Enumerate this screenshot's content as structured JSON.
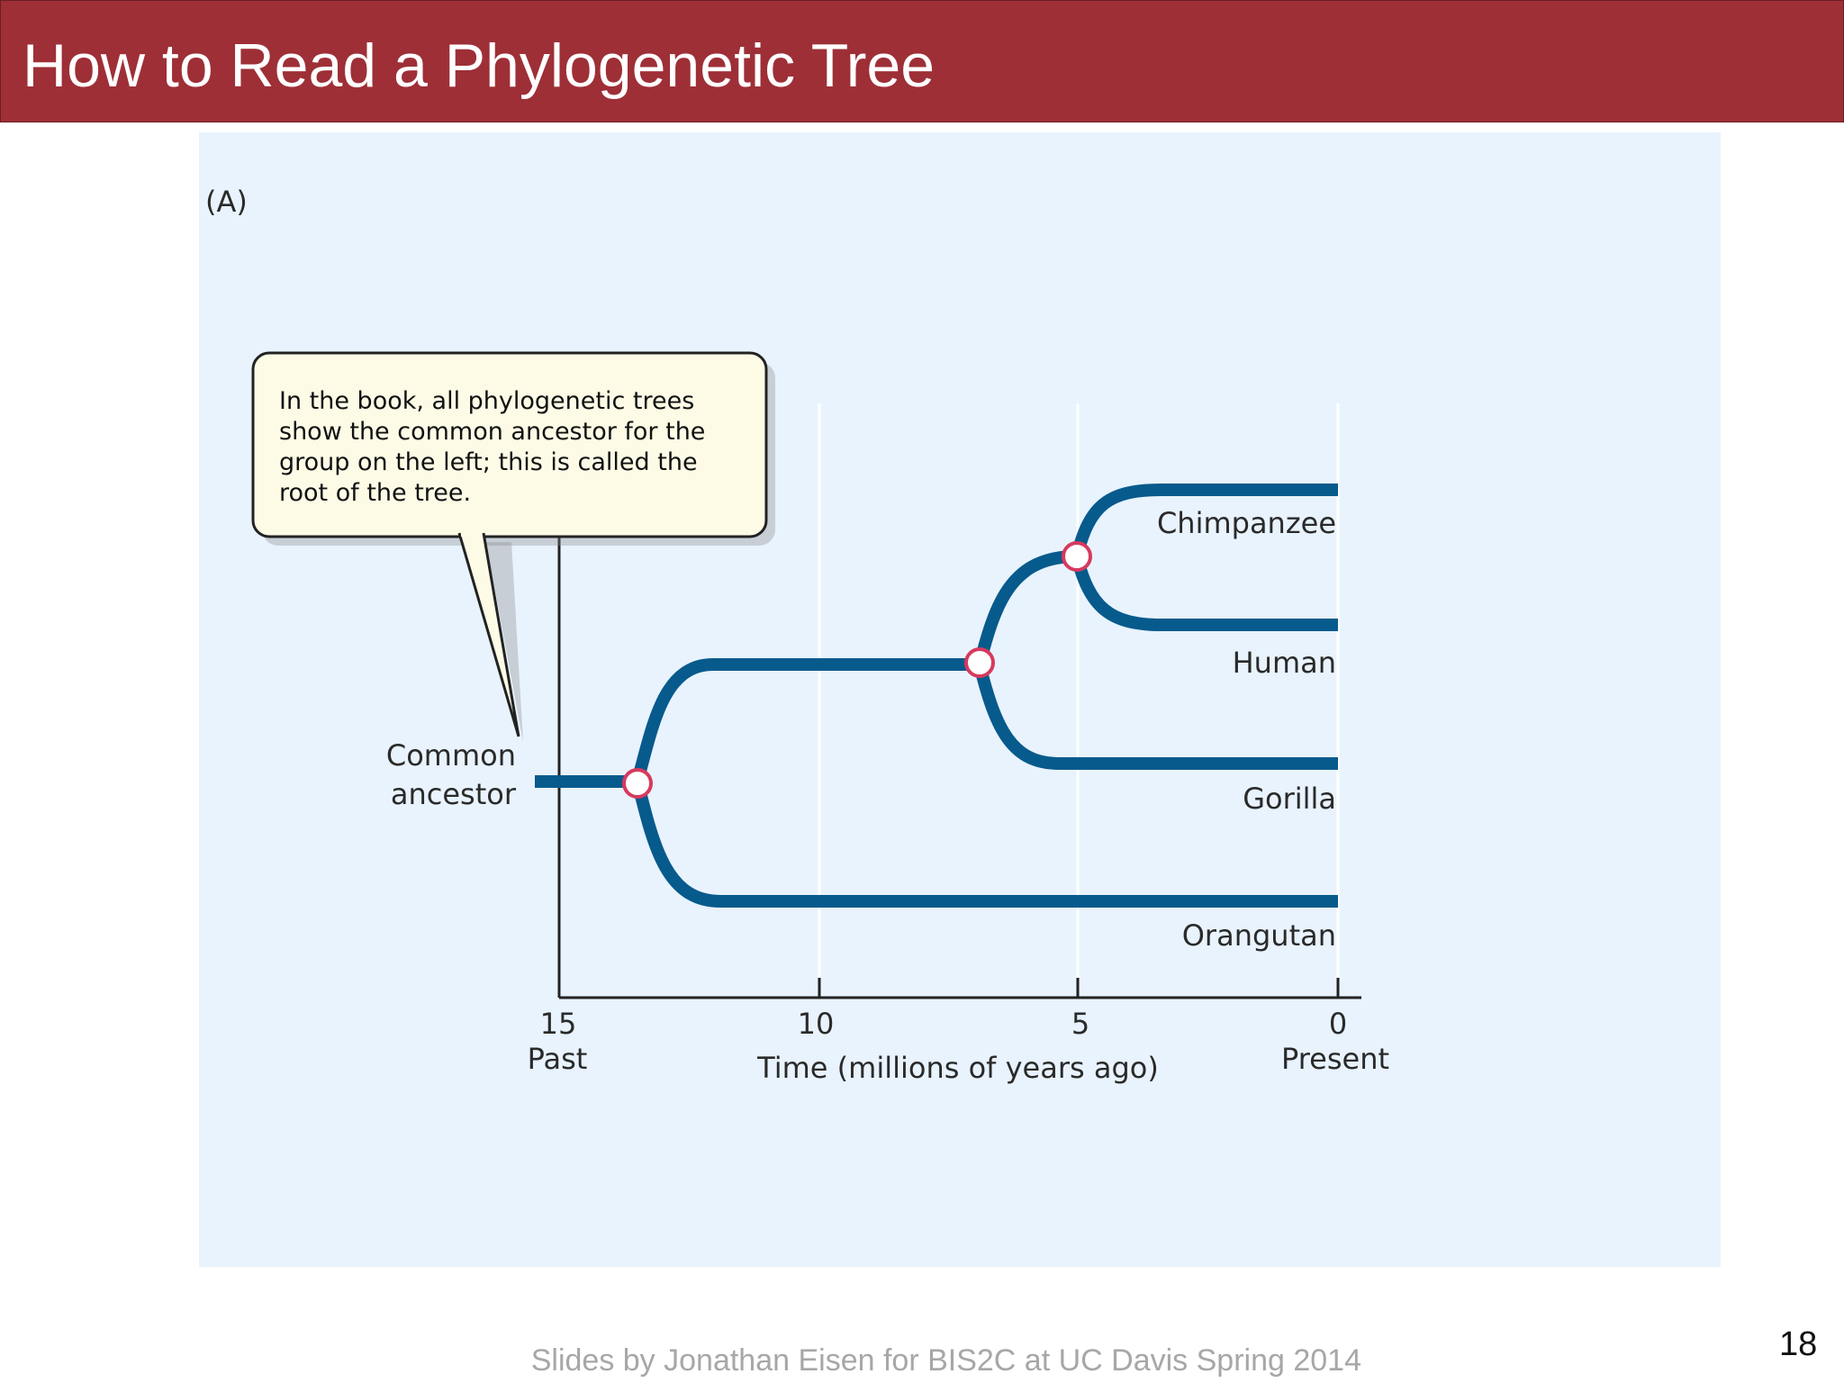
{
  "slide": {
    "title": "How to Read a Phylogenetic Tree",
    "footer": "Slides by Jonathan Eisen for BIS2C at UC Davis Spring 2014",
    "page_number": "18"
  },
  "figure": {
    "panel_label": "(A)",
    "callout_lines": [
      "In the book, all phylogenetic trees",
      "show the common ancestor for the",
      "group on the left; this is called the",
      "root of the tree."
    ],
    "root_label_lines": [
      "Common",
      "ancestor"
    ],
    "taxa": [
      "Chimpanzee",
      "Human",
      "Gorilla",
      "Orangutan"
    ],
    "axis": {
      "ticks": [
        "15",
        "10",
        "5",
        "0"
      ],
      "left_label": "Past",
      "right_label": "Present",
      "title": "Time (millions of years ago)"
    }
  },
  "colors": {
    "title_bar": "#9e2f37",
    "panel_bg": "#e8f3fd",
    "branch": "#075a8c",
    "node_ring": "#d63a5e",
    "callout_fill": "#fdfbe6"
  }
}
